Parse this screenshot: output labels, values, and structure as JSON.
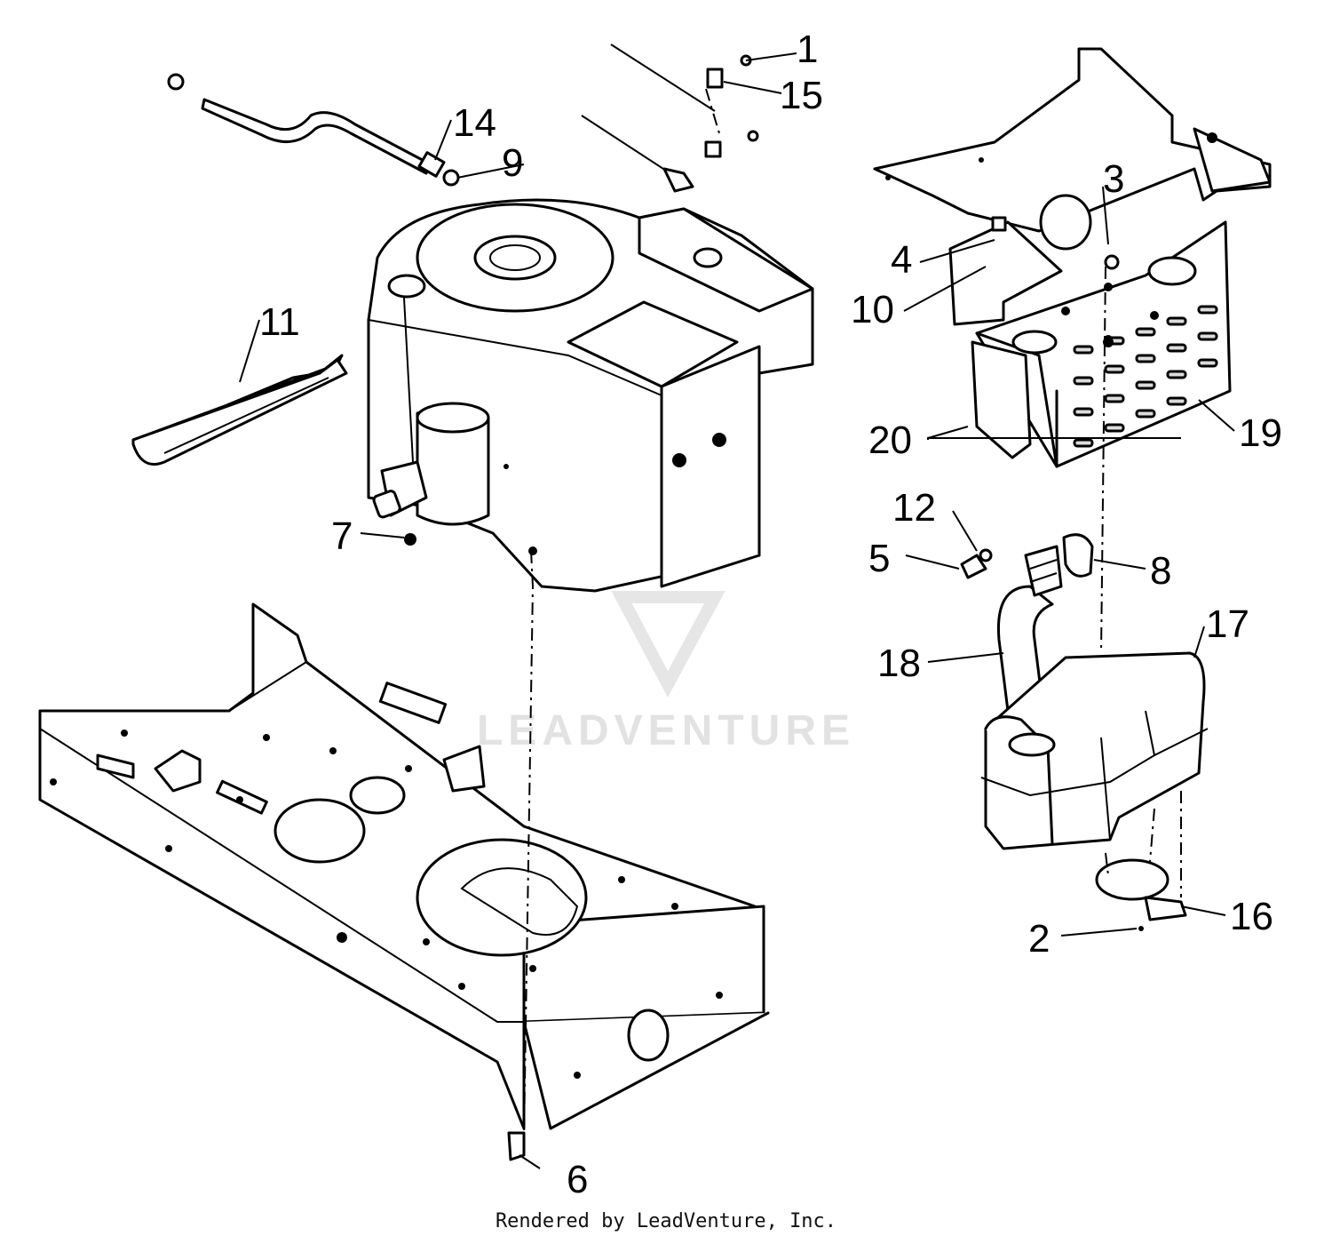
{
  "watermark": "LEADVENTURE",
  "credit": "Rendered by LeadVenture, Inc.",
  "callouts": [
    {
      "id": "1",
      "label": "1"
    },
    {
      "id": "2",
      "label": "2"
    },
    {
      "id": "3",
      "label": "3"
    },
    {
      "id": "4",
      "label": "4"
    },
    {
      "id": "5",
      "label": "5"
    },
    {
      "id": "6",
      "label": "6"
    },
    {
      "id": "7",
      "label": "7"
    },
    {
      "id": "8",
      "label": "8"
    },
    {
      "id": "9",
      "label": "9"
    },
    {
      "id": "10",
      "label": "10"
    },
    {
      "id": "11",
      "label": "11"
    },
    {
      "id": "12",
      "label": "12"
    },
    {
      "id": "14",
      "label": "14"
    },
    {
      "id": "15",
      "label": "15"
    },
    {
      "id": "16",
      "label": "16"
    },
    {
      "id": "17",
      "label": "17"
    },
    {
      "id": "18",
      "label": "18"
    },
    {
      "id": "19",
      "label": "19"
    },
    {
      "id": "20",
      "label": "20"
    }
  ]
}
